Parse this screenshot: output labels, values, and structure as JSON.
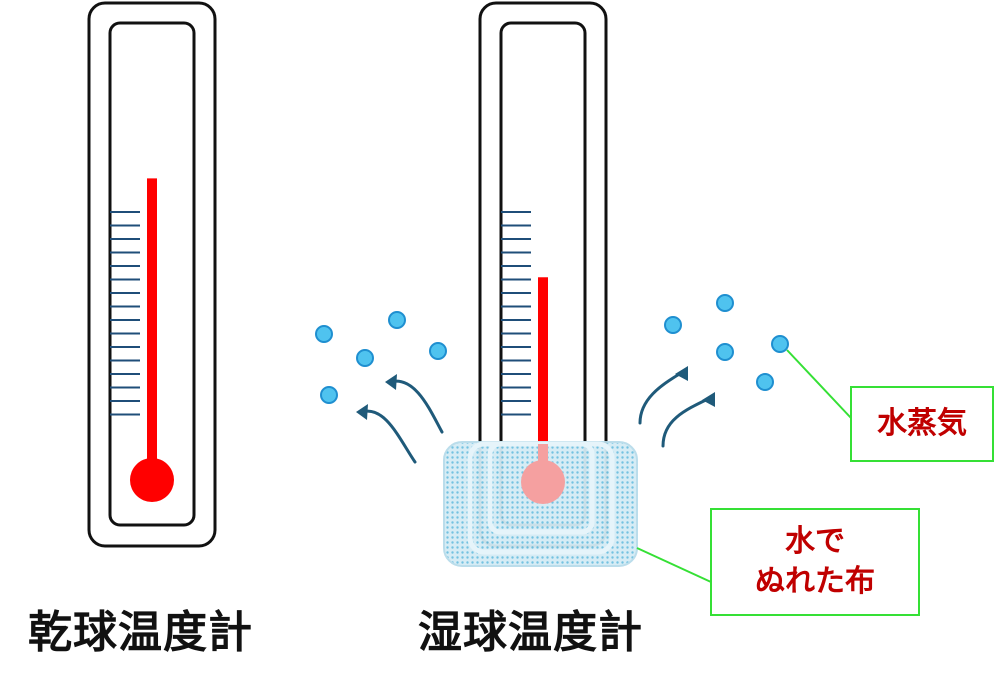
{
  "captions": {
    "dry": "乾球温度計",
    "wet": "湿球温度計"
  },
  "labels": {
    "vapor": "水蒸気",
    "cloth_line1": "水で",
    "cloth_line2": "ぬれた布"
  },
  "colors": {
    "mercury": "#ff0000",
    "wet_bulb": "#f5a0a0",
    "scale": "#1f4e79",
    "frame": "#111111",
    "droplet_fill": "#4fc3ef",
    "droplet_stroke": "#1f8fd0",
    "cloth": "#cde9f3",
    "label_border": "#35e035",
    "label_text": "#c00000",
    "arrow": "#1f5a7a"
  },
  "thermometers": {
    "dry_level": 0.82,
    "wet_level": 0.53
  }
}
